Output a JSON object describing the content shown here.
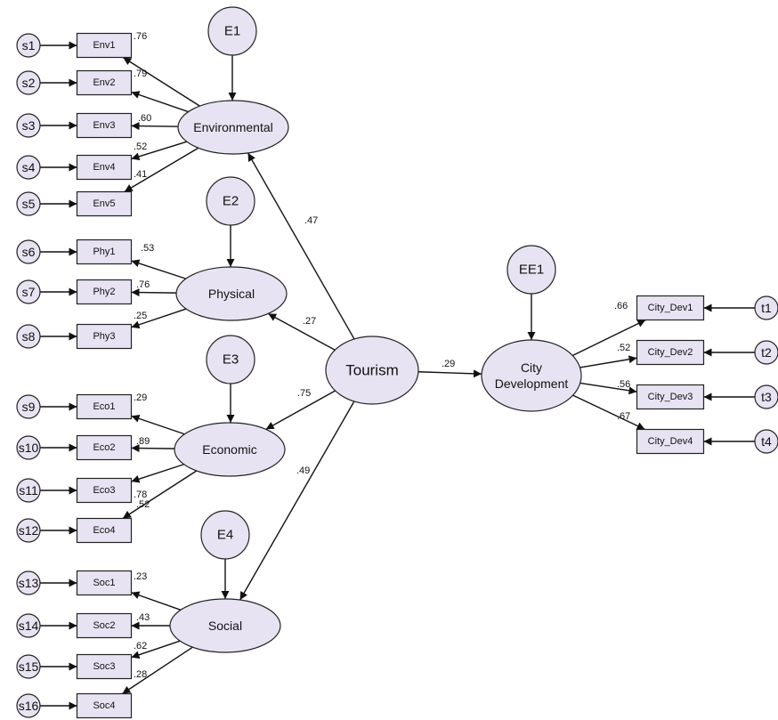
{
  "diagram": {
    "latents": [
      {
        "id": "env",
        "label": "Environmental"
      },
      {
        "id": "phy",
        "label": "Physical"
      },
      {
        "id": "eco",
        "label": "Economic"
      },
      {
        "id": "soc",
        "label": "Social"
      },
      {
        "id": "tour",
        "label": "Tourism"
      },
      {
        "id": "city",
        "label": [
          "City",
          "Development"
        ]
      }
    ],
    "disturbances": [
      {
        "id": "E1",
        "label": "E1"
      },
      {
        "id": "E2",
        "label": "E2"
      },
      {
        "id": "E3",
        "label": "E3"
      },
      {
        "id": "E4",
        "label": "E4"
      },
      {
        "id": "EE1",
        "label": "EE1"
      }
    ],
    "indicators": [
      {
        "id": "Env1",
        "label": "Env1",
        "error": "s1",
        "loading": ".76"
      },
      {
        "id": "Env2",
        "label": "Env2",
        "error": "s2",
        "loading": ".79"
      },
      {
        "id": "Env3",
        "label": "Env3",
        "error": "s3",
        "loading": ".60"
      },
      {
        "id": "Env4",
        "label": "Env4",
        "error": "s4",
        "loading": ".52"
      },
      {
        "id": "Env5",
        "label": "Env5",
        "error": "s5",
        "loading": ".41"
      },
      {
        "id": "Phy1",
        "label": "Phy1",
        "error": "s6",
        "loading": ".53"
      },
      {
        "id": "Phy2",
        "label": "Phy2",
        "error": "s7",
        "loading": ".76"
      },
      {
        "id": "Phy3",
        "label": "Phy3",
        "error": "s8",
        "loading": ".25"
      },
      {
        "id": "Eco1",
        "label": "Eco1",
        "error": "s9",
        "loading": ".29"
      },
      {
        "id": "Eco2",
        "label": "Eco2",
        "error": "s10",
        "loading": ".89"
      },
      {
        "id": "Eco3",
        "label": "Eco3",
        "error": "s11",
        "loading": ".78"
      },
      {
        "id": "Eco4",
        "label": "Eco4",
        "error": "s12",
        "loading": ".52"
      },
      {
        "id": "Soc1",
        "label": "Soc1",
        "error": "s13",
        "loading": ".23"
      },
      {
        "id": "Soc2",
        "label": "Soc2",
        "error": "s14",
        "loading": ".43"
      },
      {
        "id": "Soc3",
        "label": "Soc3",
        "error": "s15",
        "loading": ".62"
      },
      {
        "id": "Soc4",
        "label": "Soc4",
        "error": "s16",
        "loading": ".28"
      },
      {
        "id": "CD1",
        "label": "City_Dev1",
        "error": "t1",
        "loading": ".66"
      },
      {
        "id": "CD2",
        "label": "City_Dev2",
        "error": "t2",
        "loading": ".52"
      },
      {
        "id": "CD3",
        "label": "City_Dev3",
        "error": "t3",
        "loading": ".56"
      },
      {
        "id": "CD4",
        "label": "City_Dev4",
        "error": "t4",
        "loading": ".67"
      }
    ],
    "paths": [
      {
        "from": "Tourism",
        "to": "Environmental",
        "coef": ".47"
      },
      {
        "from": "Tourism",
        "to": "Physical",
        "coef": ".27"
      },
      {
        "from": "Tourism",
        "to": "Economic",
        "coef": ".75"
      },
      {
        "from": "Tourism",
        "to": "Social",
        "coef": ".49"
      },
      {
        "from": "Tourism",
        "to": "City Development",
        "coef": ".29"
      }
    ]
  }
}
